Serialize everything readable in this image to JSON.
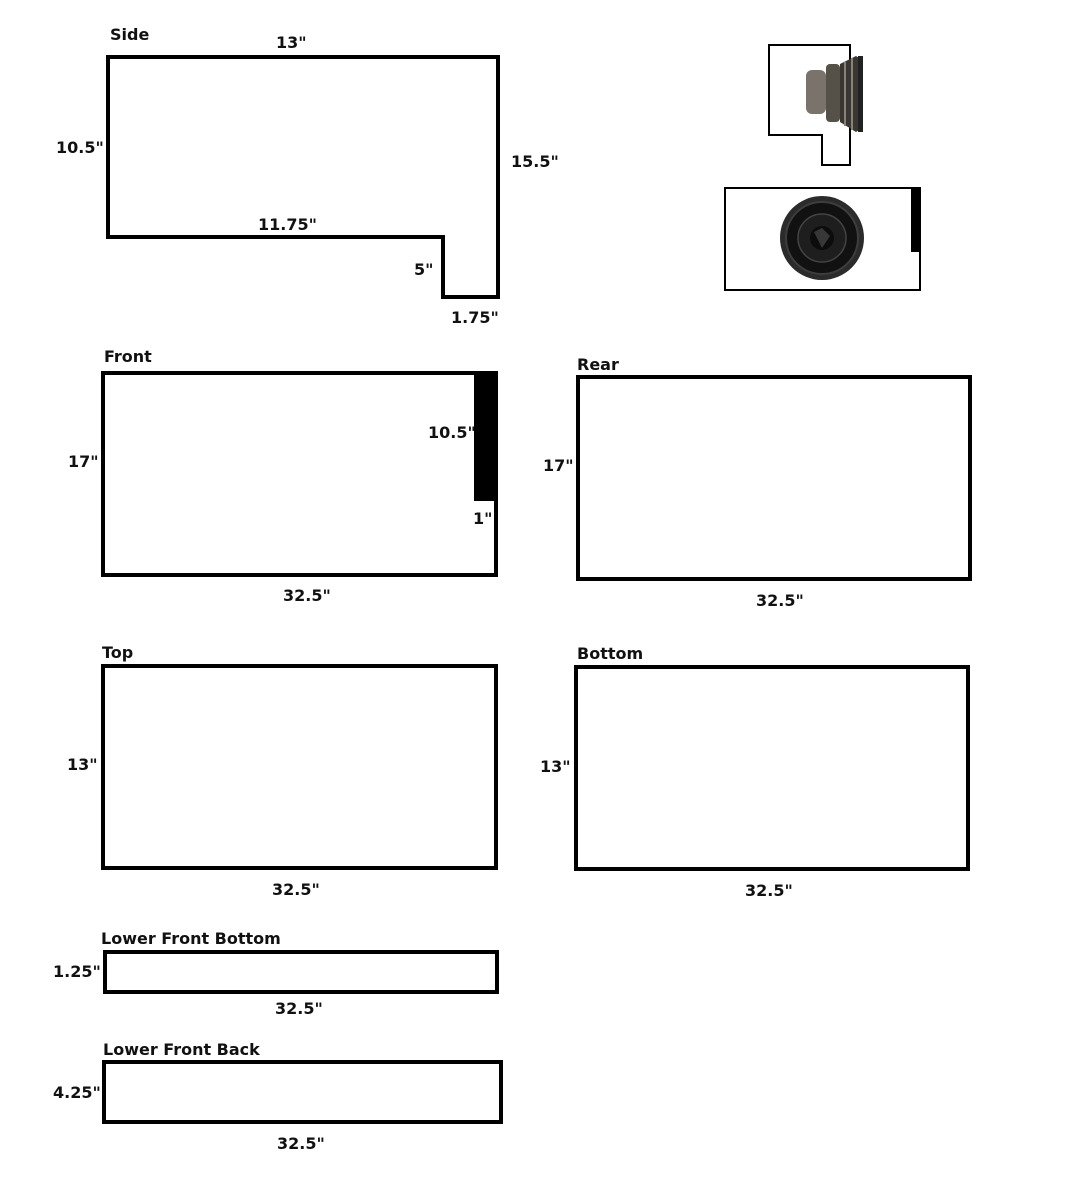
{
  "side": {
    "title": "Side",
    "top_width": "13\"",
    "left_height": "10.5\"",
    "right_height": "15.5\"",
    "bottom_length": "11.75\"",
    "notch_height": "5\"",
    "notch_width": "1.75\""
  },
  "front": {
    "title": "Front",
    "height": "17\"",
    "width": "32.5\"",
    "port_height": "10.5\"",
    "port_width": "1\""
  },
  "rear": {
    "title": "Rear",
    "height": "17\"",
    "width": "32.5\""
  },
  "top": {
    "title": "Top",
    "height": "13\"",
    "width": "32.5\""
  },
  "bottom": {
    "title": "Bottom",
    "height": "13\"",
    "width": "32.5\""
  },
  "lower_front_bottom": {
    "title": "Lower Front Bottom",
    "height": "1.25\"",
    "width": "32.5\""
  },
  "lower_front_back": {
    "title": "Lower Front Back",
    "height": "4.25\"",
    "width": "32.5\""
  },
  "colors": {
    "line": "#000000",
    "background": "#ffffff",
    "speaker_cone": "#1a1a1a",
    "speaker_basket": "#6b6660"
  },
  "icons": {
    "side_preview": "subwoofer-side-view-icon",
    "front_preview": "subwoofer-front-view-icon"
  }
}
